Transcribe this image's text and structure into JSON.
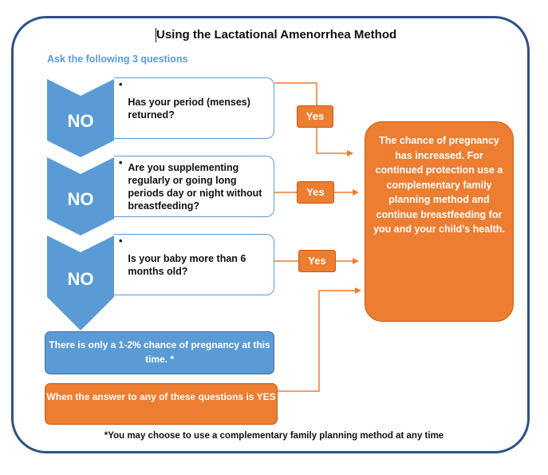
{
  "title": "Using the Lactational Amenorrhea Method",
  "subtitle": "Ask the following 3 questions",
  "steps": [
    {
      "no_label": "NO",
      "question": "Has your period (menses) returned?",
      "yes_label": "Yes"
    },
    {
      "no_label": "NO",
      "question": "Are you supplementing regularly or going long periods day or night without breastfeeding?",
      "yes_label": "Yes"
    },
    {
      "no_label": "NO",
      "question": "Is your baby more than 6 months old?",
      "yes_label": "Yes"
    }
  ],
  "outcome_yes": "The chance of pregnancy has increased. For continued protection use a complementary family planning method and continue breastfeeding for you and your child’s health.",
  "outcome_no": "There is only a 1-2% chance of pregnancy at this time. *",
  "legend_yes": "When the answer to any of these questions is YES",
  "footnote": "*You may choose to use a complementary family planning method at any time",
  "colors": {
    "blue": "#5b9bd5",
    "orange": "#ed7d31",
    "frame": "#2f4f86"
  }
}
